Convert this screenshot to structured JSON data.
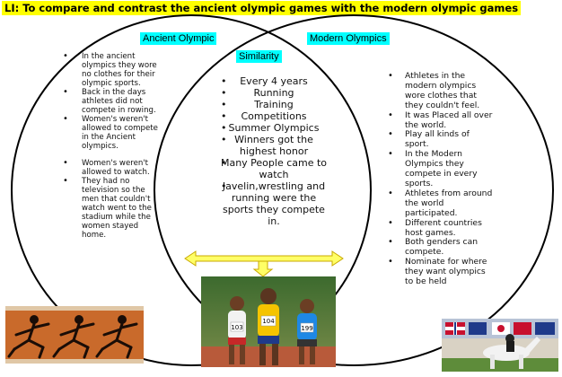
{
  "title": "LI: To compare and contrast the ancient olympic games with the modern olympic games",
  "headings": {
    "ancient": "Ancient Olympic",
    "similarity": "Similarity",
    "modern": "Modern Olympics"
  },
  "ancient_items": [
    "In the ancient olympics they wore no clothes for their olympic sports.",
    "Back in the days athletes did not compete in rowing.",
    "Women's weren't allowed to compete in the Ancient olympics.",
    "Women's weren't allowed to watch.",
    "They had no television so the men that couldn't watch went to the stadium while the women stayed home."
  ],
  "similarity_items": [
    "Every 4 years",
    "Running",
    "Training",
    "Competitions",
    "Summer Olympics",
    "Winners got the highest honor",
    "Many People came to watch",
    "Javelin,wrestling and running were the sports they compete in."
  ],
  "modern_items": [
    "Athletes in the modern olympics wore clothes that they couldn't feel.",
    "It was Placed all over the world.",
    "Play all kinds of sport.",
    "In the Modern Olympics they compete in every sports.",
    "Athletes from around the world participated.",
    "Different countries host games.",
    "Both genders can compete.",
    "Nominate for where they want olympics to be held"
  ],
  "images": {
    "runners_bibs": [
      "103",
      "104",
      "199"
    ]
  },
  "colors": {
    "title_highlight": "#ffff00",
    "heading_highlight": "#00ffff",
    "arrow_fill": "#ffff66",
    "pottery_background": "#c96a2b"
  }
}
